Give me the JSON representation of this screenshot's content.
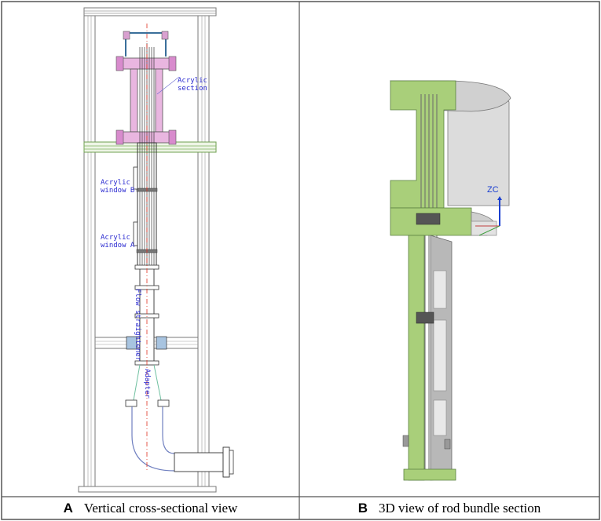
{
  "panels": [
    {
      "letter": "A",
      "caption": "Vertical cross-sectional view",
      "labels": {
        "acrylic_section": "Acrylic\nsection",
        "window_b": "Acrylic\nwindow B",
        "window_a": "Acrylic\nwindow A",
        "flow_straightener": "Flow\nstraightener",
        "adapter": "Adapter"
      }
    },
    {
      "letter": "B",
      "caption": "3D view of rod bundle section",
      "axis_label": "ZC"
    }
  ],
  "colors": {
    "border": "#555555",
    "frame_gray": "#8a8a8a",
    "acrylic_pink": "#e9b6e0",
    "centerline_red": "#e03020",
    "green_section": "#a9cf7a",
    "steel_gray": "#b8b8b8",
    "label_blue": "#2a2ad0",
    "axis_blue": "#1a3fd0"
  }
}
